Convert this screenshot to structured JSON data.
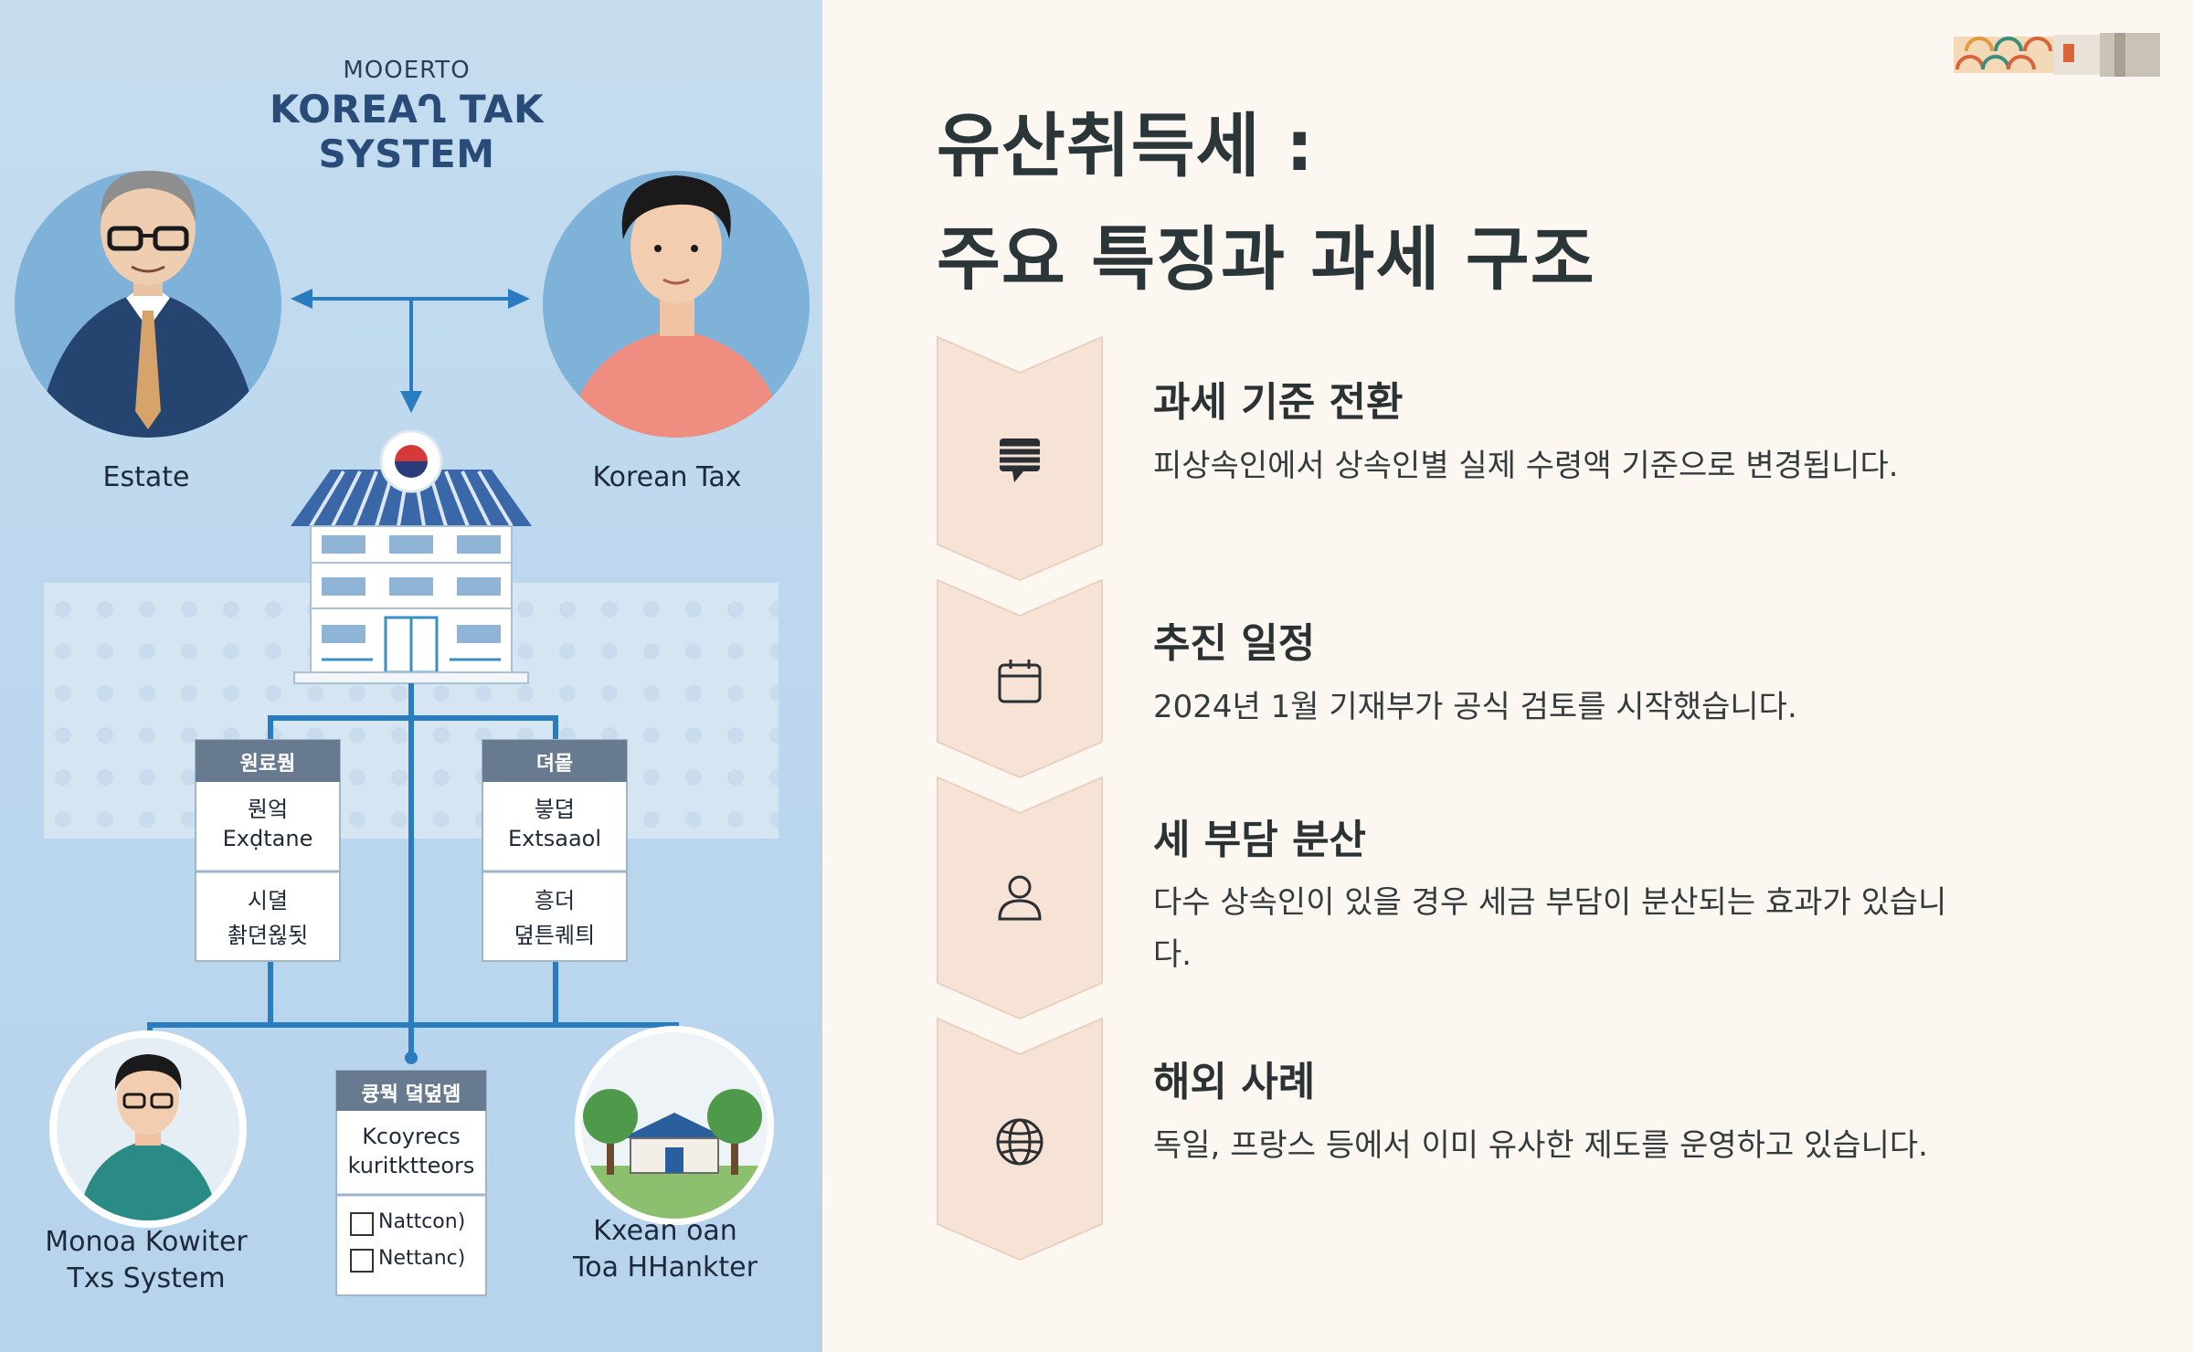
{
  "illustration": {
    "super_title": "MOOERTO",
    "title": "KOREAՂ TAK SYSTEM",
    "left_person_label": "Estate",
    "right_person_label": "Korean Tax",
    "card_left": {
      "header": "원료뭠",
      "row1_top": "뤈엌",
      "row1_bottom": "Exḍtane",
      "row2_top": "시뎔",
      "row2_bottom": "촭뎐왾됫"
    },
    "card_right": {
      "header": "뎌뫁",
      "row1_top": "븧뎝",
      "row1_bottom": "Extsaaol",
      "row2_top": "흥더",
      "row2_bottom": "뎦튼퀘틔"
    },
    "card_center": {
      "header": "큥뭑 뎤뎦뎸",
      "line1": "Kcoyrecs",
      "line2": "kuritktteors",
      "check1": "Nattcon)",
      "check2": "Nettanc)"
    },
    "bottom_left_label_1": "Monoa Kowiter",
    "bottom_left_label_2": "Txs System",
    "bottom_right_label_1": "Kxean oan",
    "bottom_right_label_2": "Toa HHankter"
  },
  "slide": {
    "title_line1": "유산취득세 :",
    "title_line2": "주요 특징과 과세 구조",
    "items": [
      {
        "icon": "message-icon",
        "title": "과세 기준 전환",
        "desc": "피상속인에서 상속인별 실제 수령액 기준으로 변경됩니다."
      },
      {
        "icon": "calendar-icon",
        "title": "추진 일정",
        "desc": "2024년 1월 기재부가 공식 검토를 시작했습니다."
      },
      {
        "icon": "user-icon",
        "title": "세 부담 분산",
        "desc": "다수 상속인이 있을 경우 세금 부담이 분산되는 효과가 있습니다."
      },
      {
        "icon": "globe-icon",
        "title": "해외 사례",
        "desc": "독일, 프랑스 등에서 이미 유사한 제도를 운영하고 있습니다."
      }
    ]
  },
  "colors": {
    "panel_bg": "#bcd7ee",
    "line_blue": "#2a7cc0",
    "chevron_fill": "#f7e2d6",
    "chevron_stroke": "#ead0c0",
    "title_text": "#2a3638"
  }
}
